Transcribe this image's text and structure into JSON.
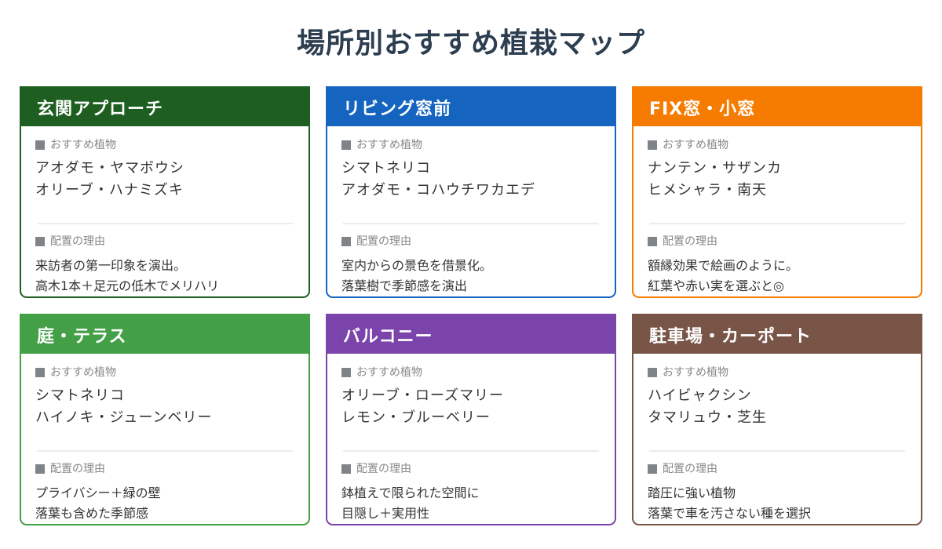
{
  "title": "場所別おすすめ植栽マップ",
  "labels": {
    "plants": "おすすめ植物",
    "reason": "配置の理由"
  },
  "cards": [
    {
      "title": "玄関アプローチ",
      "color": "#1e5e20",
      "plants": [
        "アオダモ・ヤマボウシ",
        "オリーブ・ハナミズキ"
      ],
      "reasons": [
        "来訪者の第一印象を演出。",
        "高木1本＋足元の低木でメリハリ"
      ]
    },
    {
      "title": "リビング窓前",
      "color": "#1565c0",
      "plants": [
        "シマトネリコ",
        "アオダモ・コハウチワカエデ"
      ],
      "reasons": [
        "室内からの景色を借景化。",
        "落葉樹で季節感を演出"
      ]
    },
    {
      "title": "FIX窓・小窓",
      "color": "#f57c00",
      "plants": [
        "ナンテン・サザンカ",
        "ヒメシャラ・南天"
      ],
      "reasons": [
        "額縁効果で絵画のように。",
        "紅葉や赤い実を選ぶと◎"
      ]
    },
    {
      "title": "庭・テラス",
      "color": "#43a047",
      "plants": [
        "シマトネリコ",
        "ハイノキ・ジューンベリー"
      ],
      "reasons": [
        "プライバシー＋緑の壁",
        "落葉も含めた季節感"
      ]
    },
    {
      "title": "バルコニー",
      "color": "#7b44ab",
      "plants": [
        "オリーブ・ローズマリー",
        "レモン・ブルーベリー"
      ],
      "reasons": [
        "鉢植えで限られた空間に",
        "目隠し＋実用性"
      ]
    },
    {
      "title": "駐車場・カーポート",
      "color": "#795548",
      "plants": [
        "ハイビャクシン",
        "タマリュウ・芝生"
      ],
      "reasons": [
        "踏圧に強い植物",
        "落葉で車を汚さない種を選択"
      ]
    }
  ]
}
